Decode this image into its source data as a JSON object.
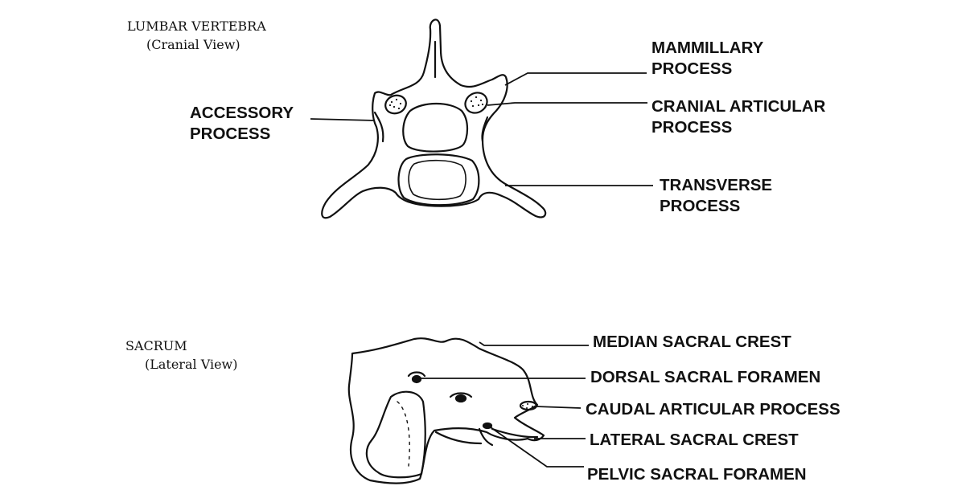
{
  "lumbar": {
    "title": "LUMBAR VERTEBRA",
    "subtitle": "(Cranial View)",
    "labels": {
      "mammillary": [
        "MAMMILLARY",
        "PROCESS"
      ],
      "accessory": [
        "ACCESSORY",
        "PROCESS"
      ],
      "cranial_articular": [
        "CRANIAL ARTICULAR",
        "PROCESS"
      ],
      "transverse": [
        "TRANSVERSE",
        "PROCESS"
      ]
    }
  },
  "sacrum": {
    "title": "SACRUM",
    "subtitle": "(Lateral View)",
    "labels": {
      "median_crest": "MEDIAN SACRAL CREST",
      "dorsal_foramen": "DORSAL SACRAL FORAMEN",
      "caudal_articular": "CAUDAL ARTICULAR PROCESS",
      "lateral_crest": "LATERAL SACRAL CREST",
      "pelvic_foramen": "PELVIC SACRAL FORAMEN"
    }
  }
}
